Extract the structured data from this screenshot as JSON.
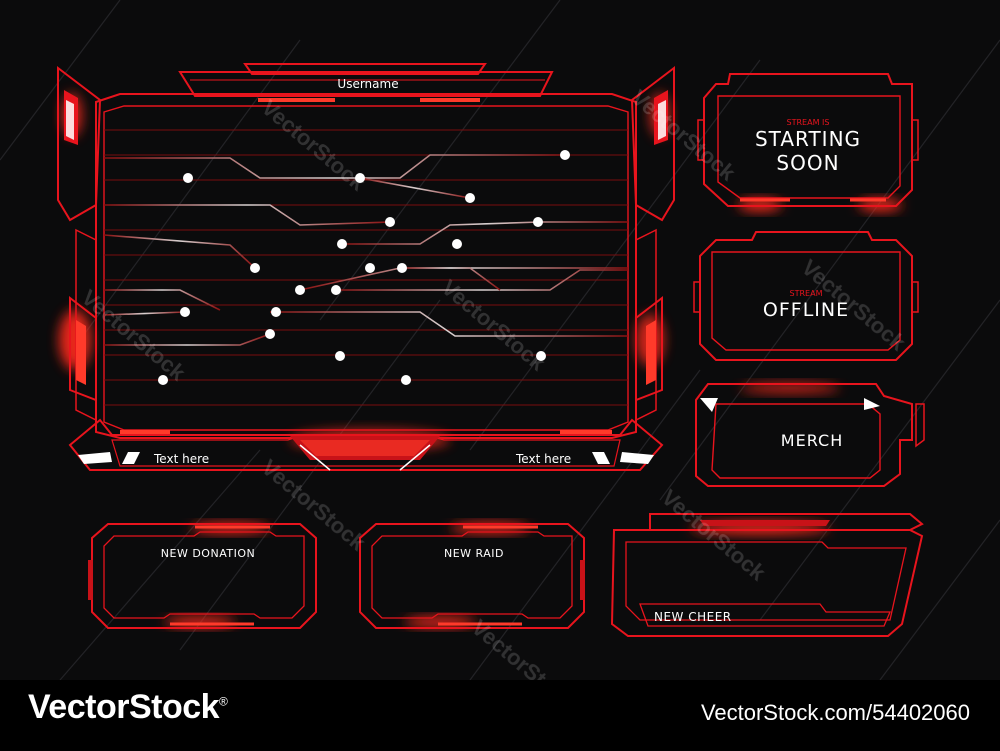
{
  "colors": {
    "background": "#0b0b0c",
    "accent": "#e8141d",
    "glow": "#ff3a2a",
    "circuit_line": "#c9c2c2",
    "text": "#ffffff"
  },
  "main_frame": {
    "username_label": "Username",
    "left_text": "Text here",
    "right_text": "Text here"
  },
  "panels": {
    "starting_soon": {
      "small_label": "STREAM IS",
      "line1": "STARTING",
      "line2": "SOON"
    },
    "offline": {
      "small_label": "STREAM",
      "title": "OFFLINE"
    },
    "merch": {
      "title": "MERCH"
    },
    "new_donation": {
      "title": "NEW DONATION"
    },
    "new_raid": {
      "title": "NEW RAID"
    },
    "new_cheer": {
      "title": "NEW CHEER"
    }
  },
  "watermark": {
    "text": "VectorStock"
  },
  "footer": {
    "brand": "VectorStock",
    "brand_mark": "®",
    "image_id": "VectorStock.com/54402060"
  }
}
